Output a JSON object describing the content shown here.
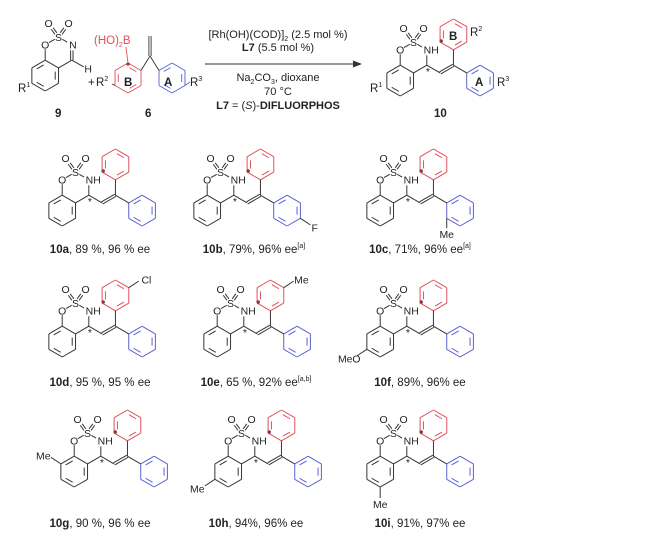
{
  "colors": {
    "ring_b": "#e0505a",
    "ring_a": "#5a5fd0",
    "bond": "#333333"
  },
  "atoms": {
    "O": "O",
    "S": "S",
    "NH": "NH",
    "N": "N",
    "H": "H",
    "star": "*"
  },
  "scheme": {
    "reactant_9": {
      "id": "9",
      "r1": "R",
      "r1_sup": "1"
    },
    "plus": "+",
    "reactant_6": {
      "id": "6",
      "boronic": "(HO)",
      "boronic_sub": "2",
      "boronic_b": "B",
      "r2": "R",
      "r2_sup": "2",
      "ring_b": "B",
      "ring_a": "A",
      "r3": "R",
      "r3_sup": "3"
    },
    "conditions": {
      "line1_a": "[Rh(OH)(COD)]",
      "line1_sub": "2",
      "line1_b": " (2.5 mol %)",
      "line2_bold": "L7",
      "line2": " (5.5 mol %)",
      "line3_a": "Na",
      "line3_sub": "2",
      "line3_b": "CO",
      "line3_sub2": "3",
      "line3_c": ", dioxane",
      "line4": "70 °C",
      "line5_bold": "L7",
      "line5_a": " = (",
      "line5_italic": "S",
      "line5_b": ")-",
      "line5_bold2": "DIFLUORPHOS"
    },
    "product_10": {
      "id": "10",
      "ring_b": "B",
      "r2": "R",
      "r2_sup": "2",
      "ring_a": "A",
      "r3": "R",
      "r3_sup": "3",
      "r1": "R",
      "r1_sup": "1"
    }
  },
  "products": [
    {
      "id": "10a",
      "text": ", 89 %, 96 % ee",
      "note": "",
      "substituent": ""
    },
    {
      "id": "10b",
      "text": ", 79%, 96% ee",
      "note": "[a]",
      "substituent": "F"
    },
    {
      "id": "10c",
      "text": ", 71%, 96% ee",
      "note": "[a]",
      "substituent": "Me"
    },
    {
      "id": "10d",
      "text": ", 95 %, 95 % ee",
      "note": "",
      "substituent": "Cl"
    },
    {
      "id": "10e",
      "text": ", 65 %, 92% ee",
      "note": "[a,b]",
      "substituent": "Me"
    },
    {
      "id": "10f",
      "text": ", 89%, 96% ee",
      "note": "",
      "substituent": "MeO"
    },
    {
      "id": "10g",
      "text": ", 90 %, 96 % ee",
      "note": "",
      "substituent": "Me"
    },
    {
      "id": "10h",
      "text": ", 94%, 96% ee",
      "note": "",
      "substituent": "Me"
    },
    {
      "id": "10i",
      "text": ", 91%, 97% ee",
      "note": "",
      "substituent": "Me"
    }
  ]
}
